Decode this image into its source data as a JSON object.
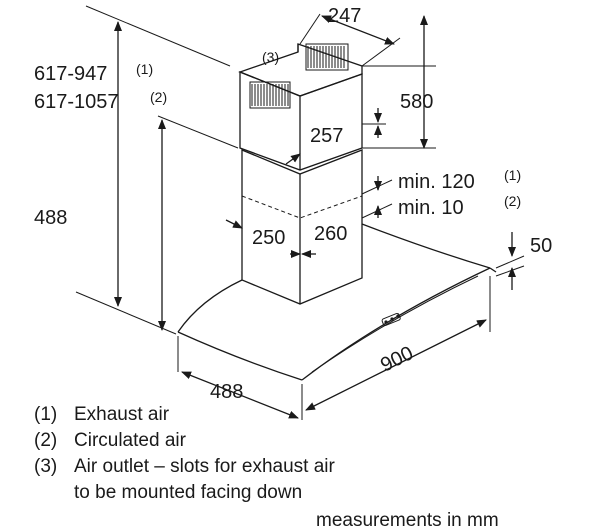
{
  "dimensions": {
    "duct_depth": "247",
    "duct_upper_height": "580",
    "duct_width": "257",
    "total_height_exhaust": "617-947",
    "total_height_exhaust_note": "(1)",
    "total_height_circulated": "617-1057",
    "total_height_circulated_note": "(2)",
    "outlet_note": "(3)",
    "lower_duct_height": "488",
    "min_exhaust": "min. 120",
    "min_exhaust_note": "(1)",
    "min_circulated": "min. 10",
    "min_circulated_note": "(2)",
    "canopy_thickness": "50",
    "duct_inner_width": "250",
    "duct_inner_depth": "260",
    "hood_depth": "488",
    "hood_width": "900"
  },
  "legend": [
    {
      "marker": "(1)",
      "text": "Exhaust air"
    },
    {
      "marker": "(2)",
      "text": "Circulated air"
    },
    {
      "marker": "(3)",
      "text": "Air outlet – slots for exhaust air"
    },
    {
      "marker": "",
      "text": "to be mounted facing down"
    }
  ],
  "footer": "measurements in mm"
}
